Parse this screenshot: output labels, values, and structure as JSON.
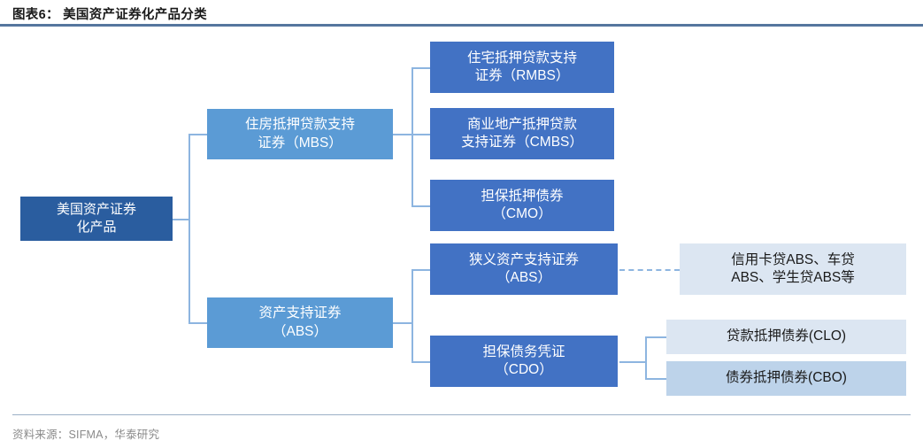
{
  "header": {
    "title": "图表6： 美国资产证券化产品分类",
    "rule_color": "#55769e"
  },
  "footer": {
    "source": "资料来源：SIFMA，华泰研究"
  },
  "chart_data": {
    "type": "diagram",
    "title": "图表6： 美国资产证券化产品分类",
    "orientation": "left-to-right tree",
    "palette": {
      "root": "#2a5d9f",
      "level2": "#5b9bd5",
      "level3": "#4272c4",
      "leaf_light": "#dce6f2",
      "leaf_mid": "#bdd3ea",
      "connector": "#8db5e0",
      "title_rule": "#55769e",
      "footer_text": "#8a8a8a"
    },
    "nodes": [
      {
        "id": "root",
        "label": "美国资产证券\n化产品",
        "level": 1,
        "parent": null
      },
      {
        "id": "mbs",
        "label": "住房抵押贷款支持\n证券（MBS）",
        "level": 2,
        "parent": "root"
      },
      {
        "id": "rmbs",
        "label": "住宅抵押贷款支持\n证券（RMBS）",
        "level": 3,
        "parent": "mbs"
      },
      {
        "id": "cmbs",
        "label": "商业地产抵押贷款\n支持证券（CMBS）",
        "level": 3,
        "parent": "mbs"
      },
      {
        "id": "cmo",
        "label": "担保抵押债券\n（CMO）",
        "level": 3,
        "parent": "mbs"
      },
      {
        "id": "abs",
        "label": "资产支持证券\n（ABS）",
        "level": 2,
        "parent": "root"
      },
      {
        "id": "nabs",
        "label": "狭义资产支持证券\n（ABS）",
        "level": 3,
        "parent": "abs"
      },
      {
        "id": "absex",
        "label": "信用卡贷ABS、车贷\nABS、学生贷ABS等",
        "level": 4,
        "parent": "nabs",
        "link": "dashed"
      },
      {
        "id": "cdo",
        "label": "担保债务凭证\n（CDO）",
        "level": 3,
        "parent": "abs"
      },
      {
        "id": "clo",
        "label": "贷款抵押债券(CLO)",
        "level": 4,
        "parent": "cdo"
      },
      {
        "id": "cbo",
        "label": "债券抵押债券(CBO)",
        "level": 4,
        "parent": "cdo"
      }
    ]
  }
}
